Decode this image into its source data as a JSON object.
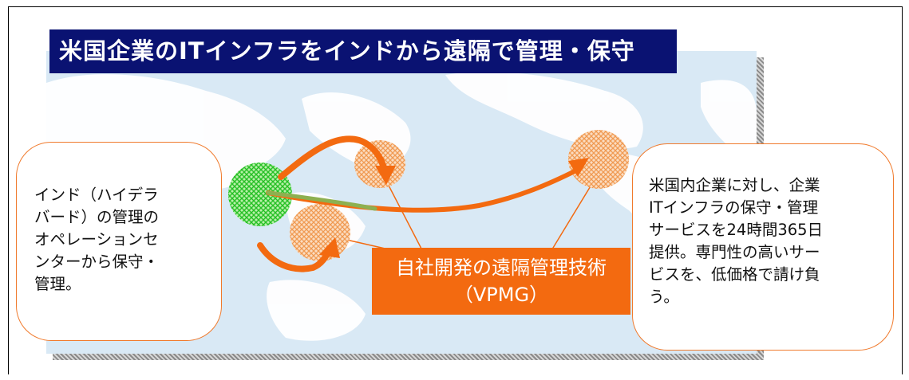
{
  "title": "米国企業のITインフラをインドから遠隔で管理・保守",
  "left_callout": {
    "lines": [
      "インド（ハイデラ",
      "バード）の管理の",
      "オペレーションセ",
      "ンターから保守・",
      "管理。"
    ]
  },
  "right_callout": {
    "lines": [
      "米国内企業に対し、企業",
      "ITインフラの保守・管理",
      "サービスを24時間365日",
      "提供。専門性の高いサー",
      "ビスを、低価格で請け負",
      "う。"
    ]
  },
  "tech_box": {
    "line1": "自社開発の遠隔管理技術",
    "line2": "（VPMG）"
  },
  "colors": {
    "title_bg": "#0a1272",
    "ocean": "#d9e9f5",
    "land": "#ffffff",
    "arrow": "#f36a10",
    "india_hub": "#3fd33f",
    "target_regions": "#f2a25a"
  },
  "icons": [
    "origin-hub-india",
    "target-region-japan",
    "target-region-southeast-asia",
    "target-region-usa"
  ]
}
